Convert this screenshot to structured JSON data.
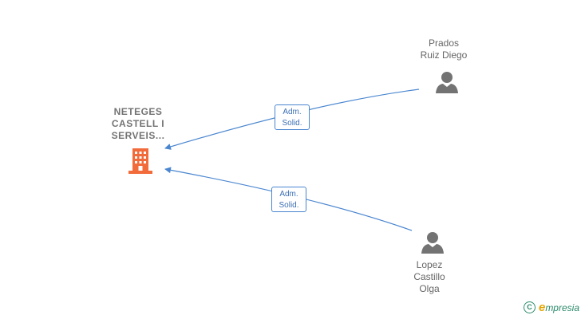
{
  "company": {
    "name_lines": [
      "NETEGES",
      "CASTELL I",
      "SERVEIS..."
    ],
    "icon": "building-icon",
    "color": "#f26b3a"
  },
  "people": [
    {
      "name_lines": [
        "Prados",
        "Ruiz Diego"
      ],
      "icon": "person-icon"
    },
    {
      "name_lines": [
        "Lopez",
        "Castillo",
        "Olga"
      ],
      "icon": "person-icon"
    }
  ],
  "relations": [
    {
      "from": "Prados Ruiz Diego",
      "to": "NETEGES CASTELL I SERVEIS...",
      "label_lines": [
        "Adm.",
        "Solid."
      ]
    },
    {
      "from": "Lopez Castillo Olga",
      "to": "NETEGES CASTELL I SERVEIS...",
      "label_lines": [
        "Adm.",
        "Solid."
      ]
    }
  ],
  "colors": {
    "edge": "#4a86d0",
    "person": "#737373",
    "text": "#666666"
  },
  "footer": {
    "copyright_symbol": "C",
    "brand_initial": "e",
    "brand_rest": "mpresia"
  }
}
